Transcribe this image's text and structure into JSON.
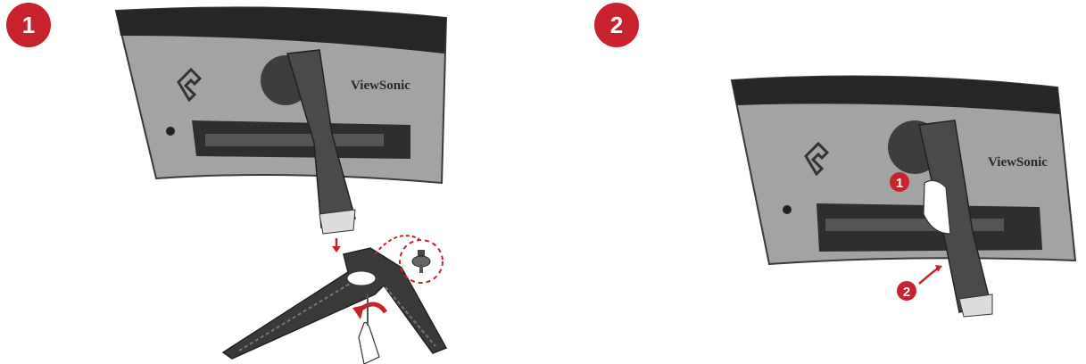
{
  "steps": [
    {
      "number": "1",
      "monitor_brand": "ViewSonic"
    },
    {
      "number": "2",
      "monitor_brand": "ViewSonic",
      "sub_steps": [
        "1",
        "2"
      ]
    }
  ],
  "colors": {
    "accent_red": "#c8232c",
    "monitor_gray": "#9a9a9a",
    "stand_dark": "#4a4a4a"
  },
  "icons": [
    "gaming-logo-icon",
    "screw-icon",
    "screwdriver-hand-icon",
    "rotate-arrow-icon",
    "press-hand-icon"
  ]
}
